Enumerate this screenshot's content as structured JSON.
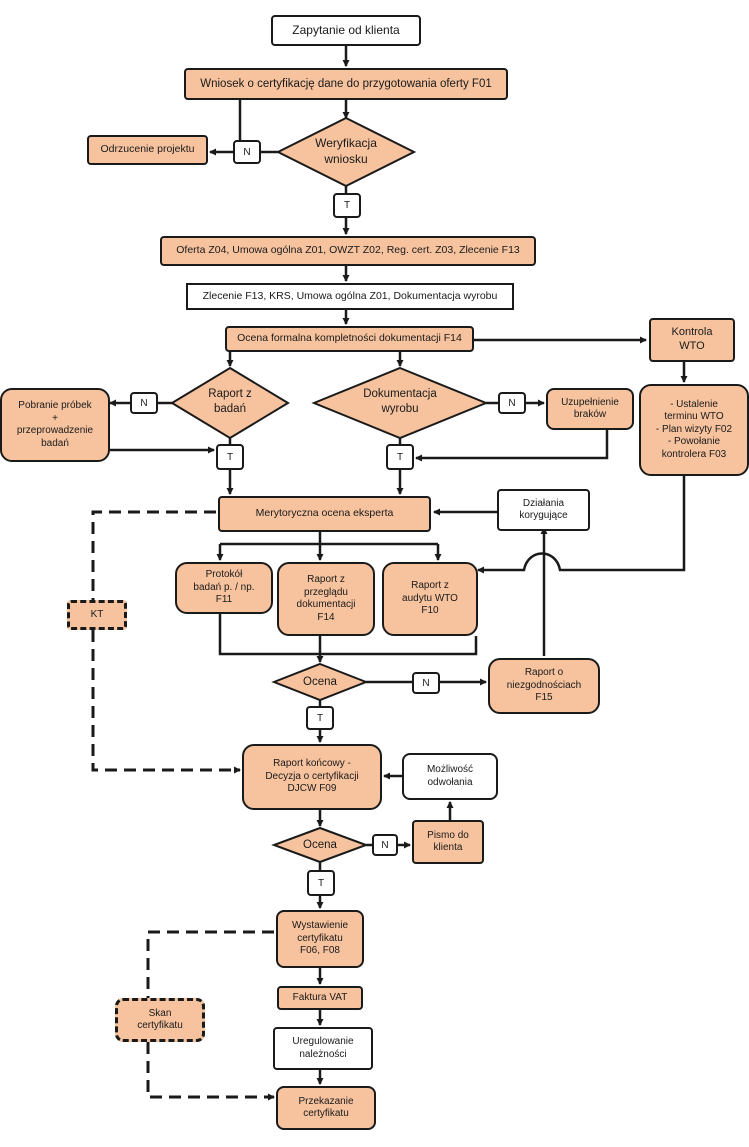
{
  "nodes": {
    "zapytanie": "Zapytanie od klienta",
    "wniosek": "Wniosek o certyfikację dane do przygotowania oferty F01",
    "odrzucenie": "Odrzucenie projektu",
    "weryfikacja": "Weryfikacja\nwniosku",
    "oferta": "Oferta Z04, Umowa ogólna Z01, OWZT Z02, Reg. cert. Z03, Zlecenie F13",
    "zlecenie": "Zlecenie F13, KRS, Umowa ogólna Z01, Dokumentacja wyrobu",
    "ocena_formalna": "Ocena formalna kompletności dokumentacji F14",
    "kontrola": "Kontrola\nWTO",
    "ustalenie": "- Ustalenie\nterminu WTO\n- Plan wizyty F02\n- Powołanie\nkontrolera F03",
    "pobranie": "Pobranie próbek\n+\nprzeprowadzenie\nbadań",
    "raport_badan": "Raport z\nbadań",
    "dokumentacja": "Dokumentacja\nwyrobu",
    "uzupelnienie": "Uzupełnienie\nbraków",
    "merytoryczna": "Merytoryczna ocena eksperta",
    "dzialania": "Działania\nkorygujące",
    "protokol": "Protokół\nbadań p. / np.\nF11",
    "raport_przegladu": "Raport z\nprzeglądu\ndokumentacji\nF14",
    "raport_audytu": "Raport z\naudytu WTO\nF10",
    "kt": "KT",
    "ocena1": "Ocena",
    "raport_niezgodnosci": "Raport o\nniezgodnościach\nF15",
    "raport_koncowy": "Raport końcowy -\nDecyzja o certyfikacji\nDJCW F09",
    "mozliwosc": "Możliwość\nodwołania",
    "ocena2": "Ocena",
    "pismo": "Pismo do\nklienta",
    "wystawienie": "Wystawienie\ncertyfikatu\nF06,  F08",
    "faktura": "Faktura VAT",
    "skan": "Skan\ncertyfikatu",
    "uregulowanie": "Uregulowanie\nnależności",
    "przekazanie": "Przekazanie\ncertyfikatu"
  },
  "labels": {
    "yes": "T",
    "no": "N"
  },
  "colors": {
    "fill": "#f7c39f",
    "stroke": "#1a1a1a",
    "background": "#ffffff"
  }
}
